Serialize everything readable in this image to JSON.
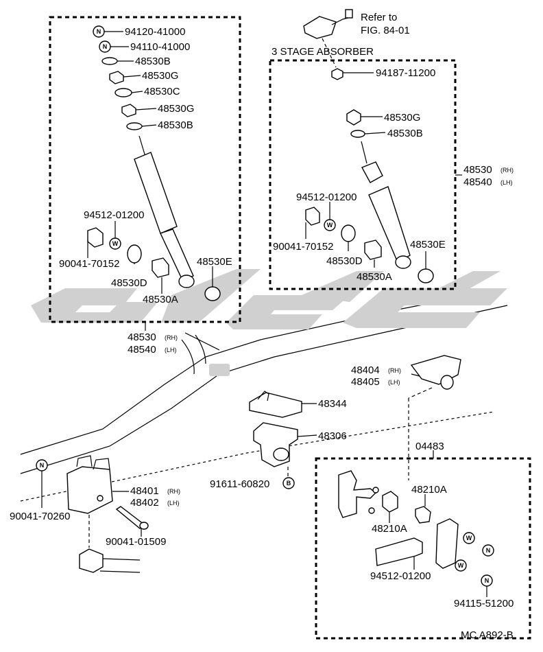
{
  "labels": {
    "refer_1": "Refer to",
    "refer_2": "FIG. 84-01",
    "absorber_title": "3 STAGE ABSORBER",
    "p_94120": "94120-41000",
    "p_94110": "94110-41000",
    "p_48530B_l": "48530B",
    "p_48530G_l1": "48530G",
    "p_48530C": "48530C",
    "p_48530G_l2": "48530G",
    "p_48530B_l2": "48530B",
    "p_94512_l": "94512-01200",
    "p_90041_70152_l": "90041-70152",
    "p_48530D_l": "48530D",
    "p_48530A_l": "48530A",
    "p_48530E_l": "48530E",
    "p_94187": "94187-11200",
    "p_48530G_r": "48530G",
    "p_48530B_r": "48530B",
    "p_48530_rh_r": "48530",
    "p_48540_lh_r": "48540",
    "p_94512_r": "94512-01200",
    "p_90041_70152_r": "90041-70152",
    "p_48530D_r": "48530D",
    "p_48530A_r": "48530A",
    "p_48530E_r": "48530E",
    "p_48530_rh_b": "48530",
    "p_48540_lh_b": "48540",
    "p_48404": "48404",
    "p_48405": "48405",
    "p_48344": "48344",
    "p_48306": "48306",
    "p_91611": "91611-60820",
    "p_04483": "04483",
    "p_48210A_1": "48210A",
    "p_48210A_2": "48210A",
    "p_94512_b": "94512-01200",
    "p_94115": "94115-51200",
    "p_48401": "48401",
    "p_48402": "48402",
    "p_90041_70260": "90041-70260",
    "p_90041_01509": "90041-01509",
    "rh": "(RH)",
    "lh": "(LH)",
    "footer": "MC A892-B"
  },
  "symbols": {
    "n": "N",
    "w": "W",
    "b": "B"
  },
  "colors": {
    "line": "#000000",
    "watermark": "#d0d0d0",
    "background": "#ffffff"
  }
}
